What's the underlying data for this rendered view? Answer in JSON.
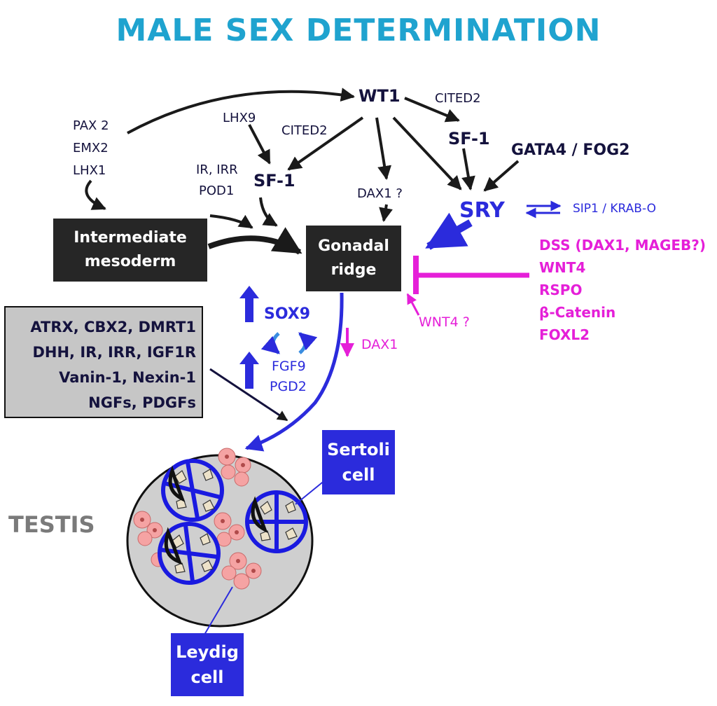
{
  "title": "MALE SEX DETERMINATION",
  "nodes": {
    "wt1": "WT1",
    "cited2_right": "CITED2",
    "cited2_left": "CITED2",
    "lhx9": "LHX9",
    "sf1_right": "SF-1",
    "sf1_left": "SF-1",
    "gata4": "GATA4 / FOG2",
    "pax_list": [
      "PAX 2",
      "EMX2",
      "LHX1"
    ],
    "ir_irr": "IR, IRR",
    "pod1": "POD1",
    "dax1_q": "DAX1 ?",
    "sry": "SRY",
    "sip1_krab": "SIP1  /  KRAB-O",
    "intermediate_mesoderm": [
      "Intermediate",
      "mesoderm"
    ],
    "gonadal_ridge": [
      "Gonadal",
      "ridge"
    ],
    "inhibitors": [
      "DSS (DAX1, MAGEB?)",
      "WNT4",
      "RSPO",
      "β-Catenin",
      "FOXL2"
    ],
    "wnt4_q": "WNT4 ?",
    "sox9": "SOX9",
    "fgf9": "FGF9",
    "pgd2": "PGD2",
    "dax1_down": "DAX1",
    "factors": [
      "ATRX, CBX2, DMRT1",
      "DHH, IR, IRR, IGF1R",
      "Vanin-1, Nexin-1",
      "NGFs, PDGFs"
    ],
    "sertoli": [
      "Sertoli",
      "cell"
    ],
    "leydig": [
      "Leydig",
      "cell"
    ],
    "testis": "TESTIS"
  },
  "colors": {
    "title": "#1fa3cf",
    "dark_text": "#14123d",
    "blue": "#2b2bdc",
    "magenta": "#e51fd8",
    "box_black": "#262626",
    "box_gray": "#c6c6c6",
    "testis_fill": "#cfcfcf",
    "cell_pink": "#f5a3a3"
  }
}
